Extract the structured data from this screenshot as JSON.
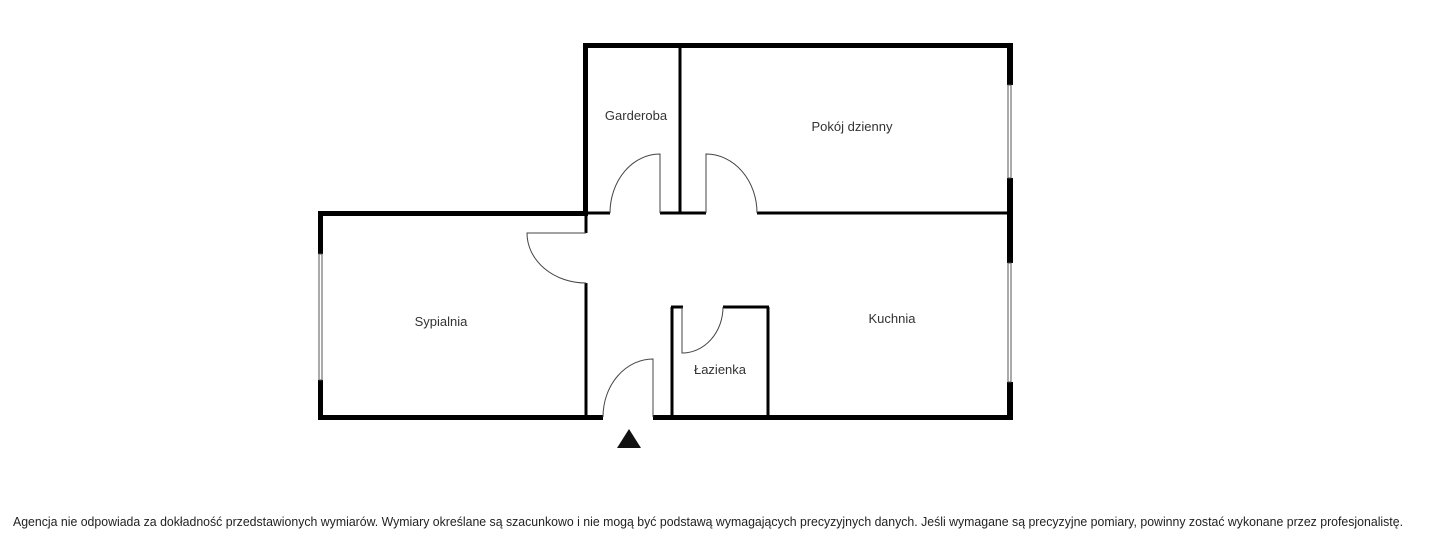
{
  "rooms": {
    "garderoba": "Garderoba",
    "living_room": "Pokój dzienny",
    "bedroom": "Sypialnia",
    "kitchen": "Kuchnia",
    "bathroom": "Łazienka"
  },
  "entrance_icon": "triangle-up",
  "disclaimer": "Agencja nie odpowiada za dokładność przedstawionych wymiarów. Wymiary określane są szacunkowo i nie mogą być podstawą wymagających precyzyjnych danych. Jeśli wymagane są precyzyjne pomiary, powinny zostać wykonane przez profesjonalistę."
}
